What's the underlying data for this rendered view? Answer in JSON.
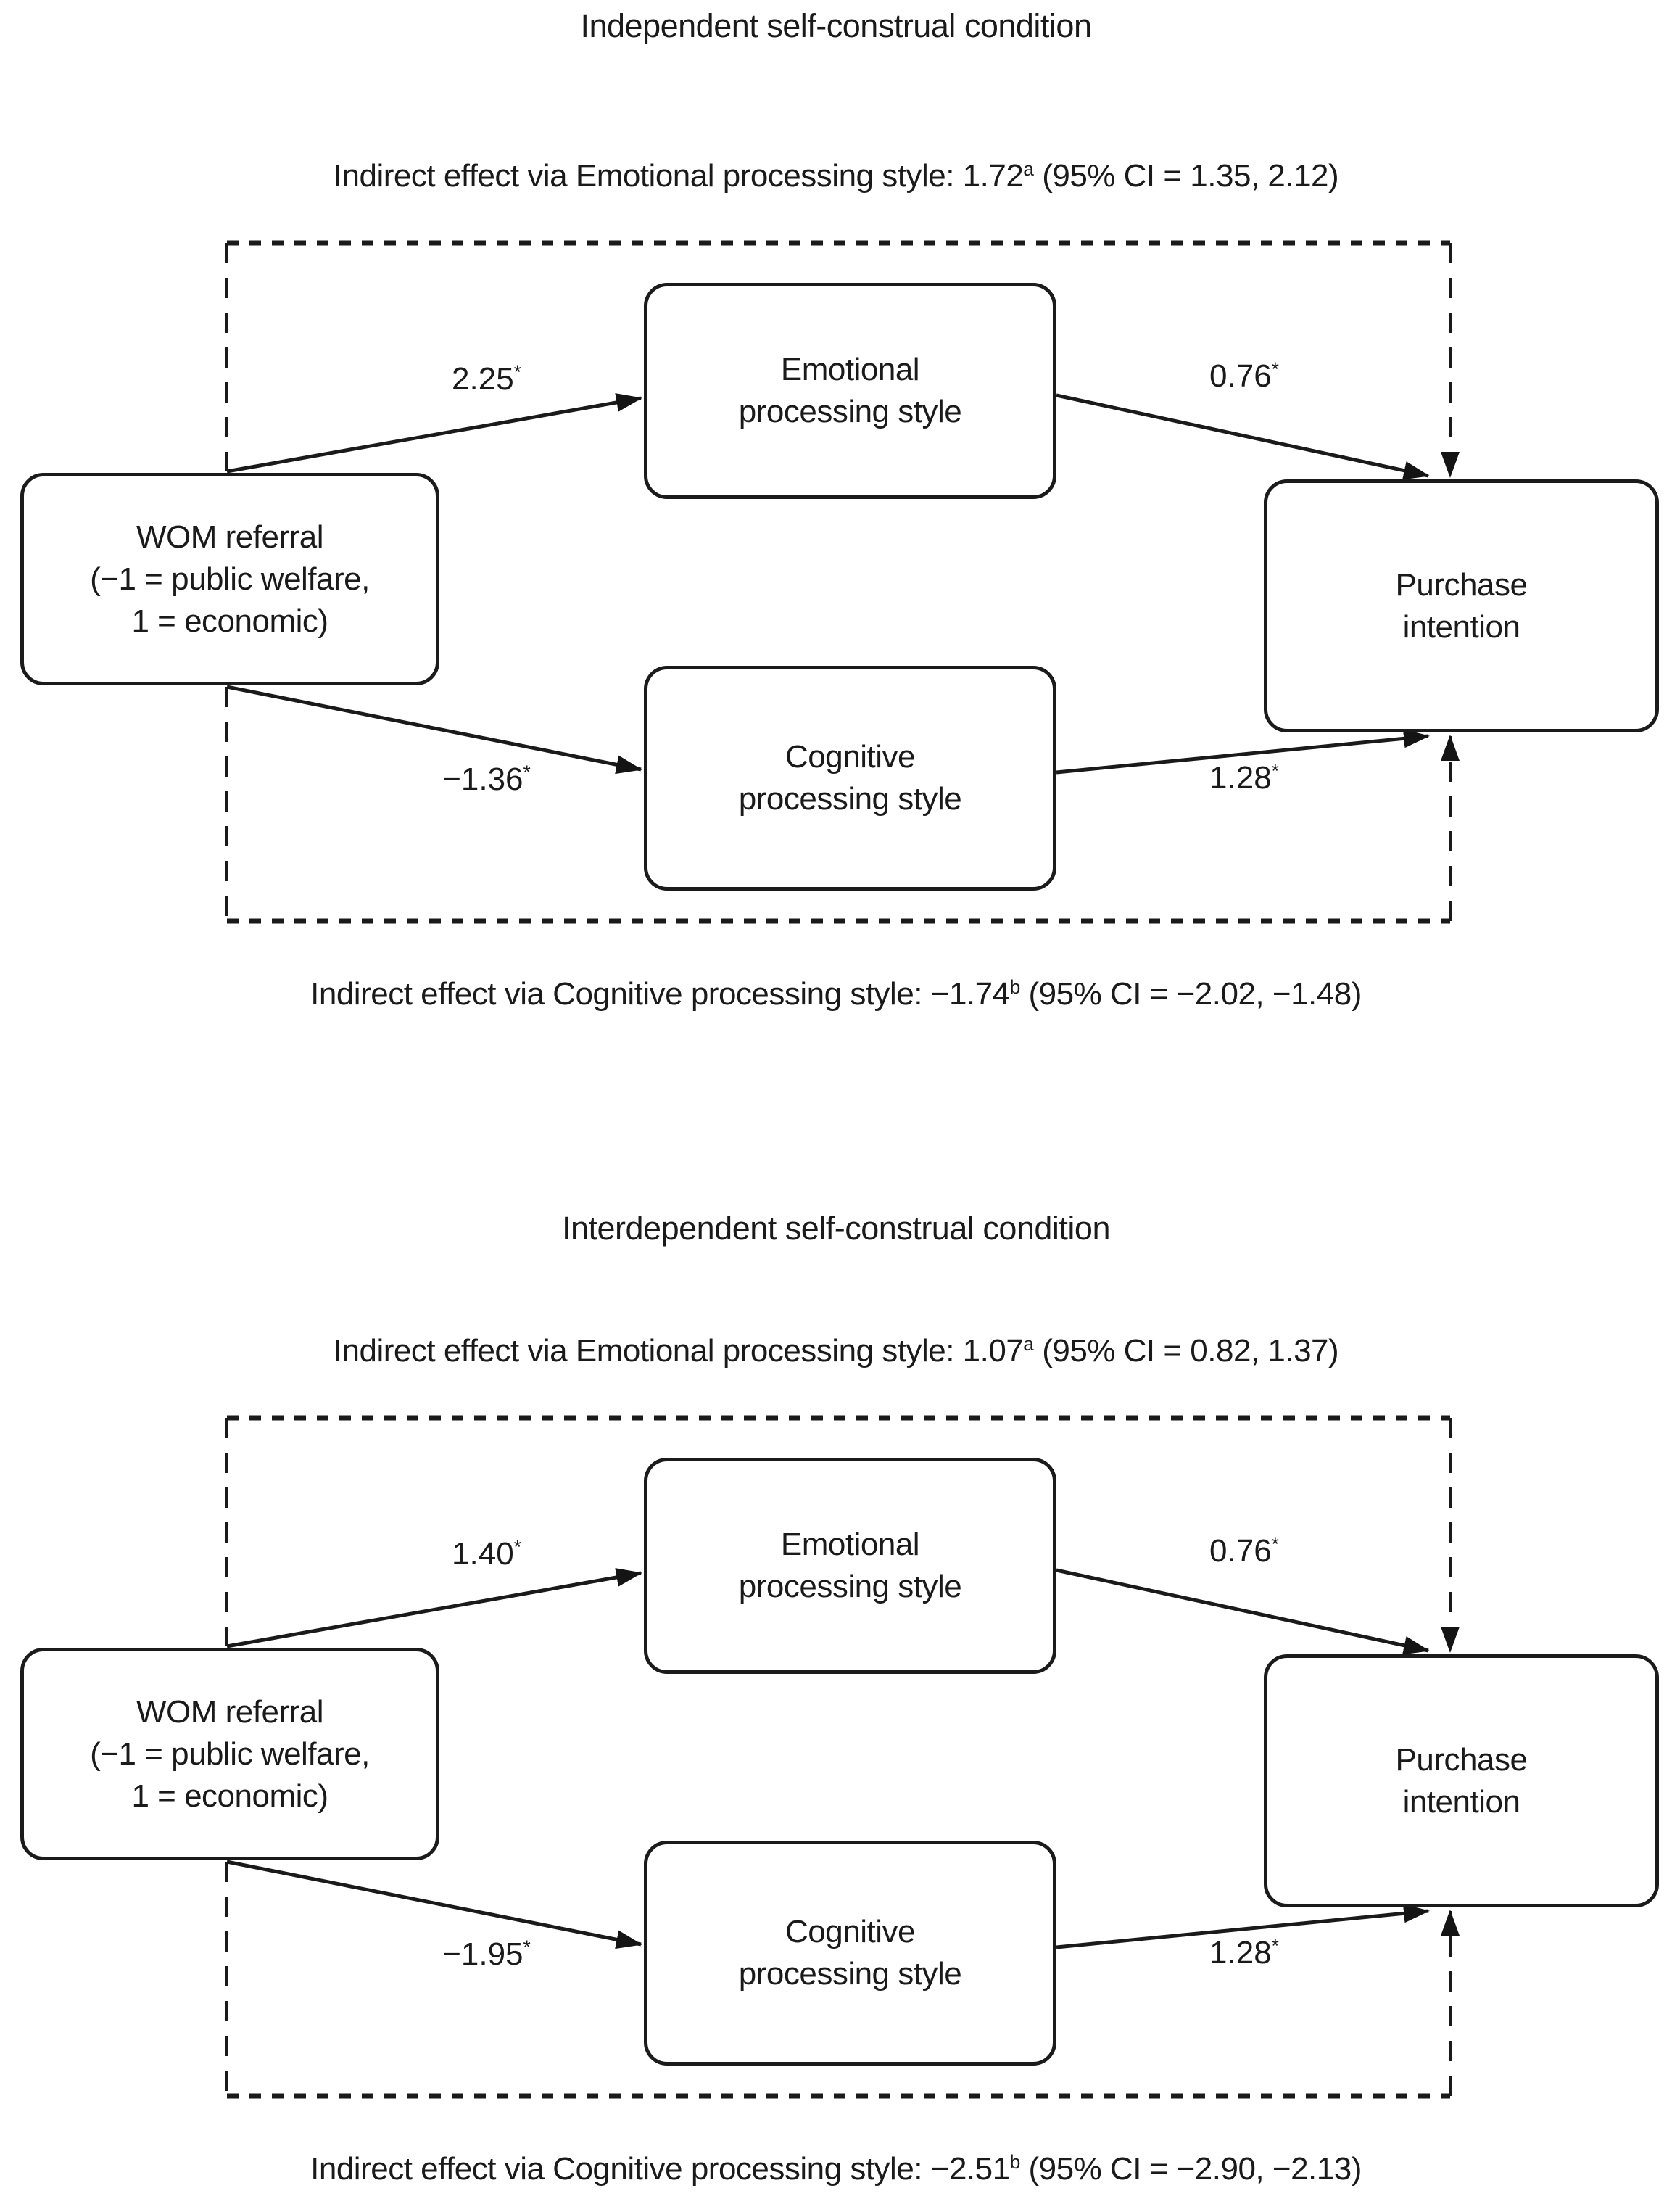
{
  "figure": {
    "background_color": "#ffffff",
    "line_color": "#1a1a1a",
    "kind": "mediation path diagram, two panels"
  },
  "panels": [
    {
      "title": "Independent self-construal condition",
      "top_caption": {
        "pre": "Indirect effect via Emotional processing style: 1.72",
        "sup": "a",
        "post": " (95% CI = 1.35, 2.12)"
      },
      "bottom_caption": {
        "pre": "Indirect effect via Cognitive processing style: −1.74",
        "sup": "b",
        "post": " (95% CI = −2.02, −1.48)"
      },
      "boxes": {
        "wom": {
          "lines": [
            "WOM referral",
            "(−1 = public welfare,",
            "1 = economic)"
          ]
        },
        "emotional": {
          "lines": [
            "Emotional",
            "processing style"
          ]
        },
        "cognitive": {
          "lines": [
            "Cognitive",
            "processing style"
          ]
        },
        "purchase": {
          "lines": [
            "Purchase",
            "intention"
          ]
        }
      },
      "coefficients": {
        "wom_to_emotional": {
          "value": "2.25",
          "sup": "*"
        },
        "emotional_to_purchase": {
          "value": "0.76",
          "sup": "*"
        },
        "wom_to_cognitive": {
          "value": "−1.36",
          "sup": "*"
        },
        "cognitive_to_purchase": {
          "value": "1.28",
          "sup": "*"
        }
      }
    },
    {
      "title": "Interdependent self-construal condition",
      "top_caption": {
        "pre": "Indirect effect via Emotional processing style: 1.07",
        "sup": "a",
        "post": " (95% CI = 0.82, 1.37)"
      },
      "bottom_caption": {
        "pre": "Indirect effect via Cognitive processing style: −2.51",
        "sup": "b",
        "post": " (95% CI = −2.90, −2.13)"
      },
      "boxes": {
        "wom": {
          "lines": [
            "WOM referral",
            "(−1 = public welfare,",
            "1 = economic)"
          ]
        },
        "emotional": {
          "lines": [
            "Emotional",
            "processing style"
          ]
        },
        "cognitive": {
          "lines": [
            "Cognitive",
            "processing style"
          ]
        },
        "purchase": {
          "lines": [
            "Purchase",
            "intention"
          ]
        }
      },
      "coefficients": {
        "wom_to_emotional": {
          "value": "1.40",
          "sup": "*"
        },
        "emotional_to_purchase": {
          "value": "0.76",
          "sup": "*"
        },
        "wom_to_cognitive": {
          "value": "−1.95",
          "sup": "*"
        },
        "cognitive_to_purchase": {
          "value": "1.28",
          "sup": "*"
        }
      }
    }
  ]
}
